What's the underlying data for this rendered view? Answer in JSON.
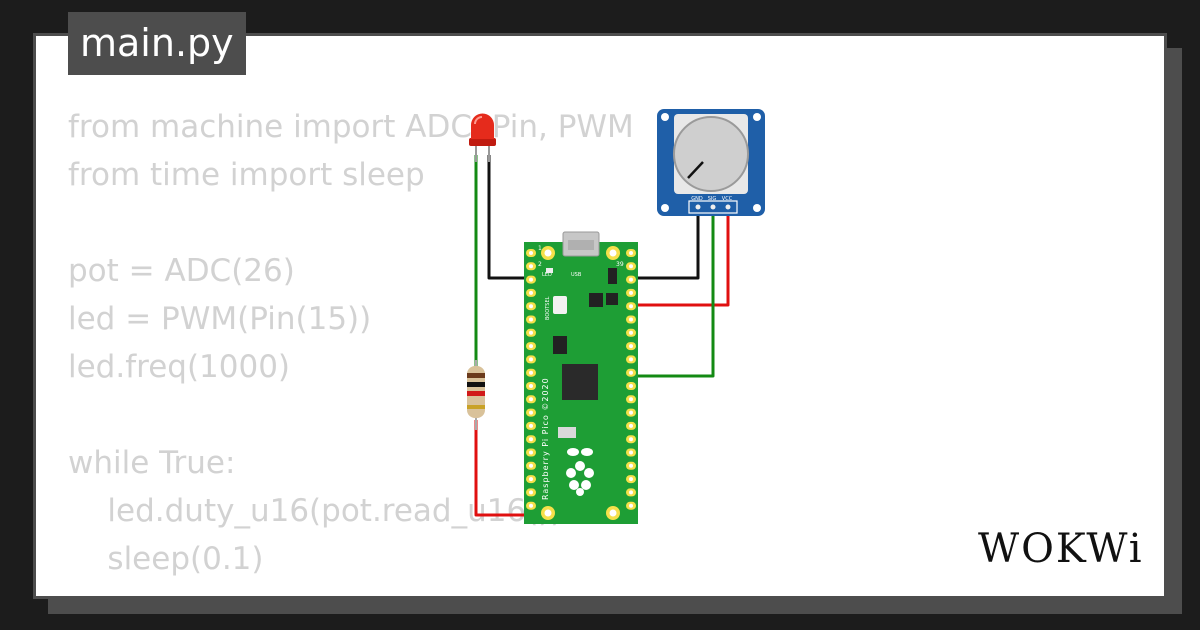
{
  "file_tab": "main.py",
  "code_lines": [
    "from machine import ADC, Pin, PWM",
    "from time import sleep",
    "",
    "pot = ADC(26)",
    "led = PWM(Pin(15))",
    "led.freq(1000)",
    "",
    "while True:",
    "    led.duty_u16(pot.read_u16())",
    "    sleep(0.1)"
  ],
  "board": {
    "name": "Raspberry Pi Pico ©2020",
    "usb_label": "USB",
    "led_label": "LED",
    "bootsel_label": "BOOTSEL",
    "pin_1": "1",
    "pin_2": "2",
    "pin_39": "39"
  },
  "potentiometer": {
    "pin_gnd": "GND",
    "pin_sig": "SIG",
    "pin_vcc": "VCC"
  },
  "colors": {
    "wire_black": "#111111",
    "wire_green": "#138a13",
    "wire_red": "#e01010",
    "board_green": "#1e9e35",
    "pot_blue": "#1f5fa8",
    "led_red": "#e52b1c"
  },
  "brand": "WOKWi"
}
